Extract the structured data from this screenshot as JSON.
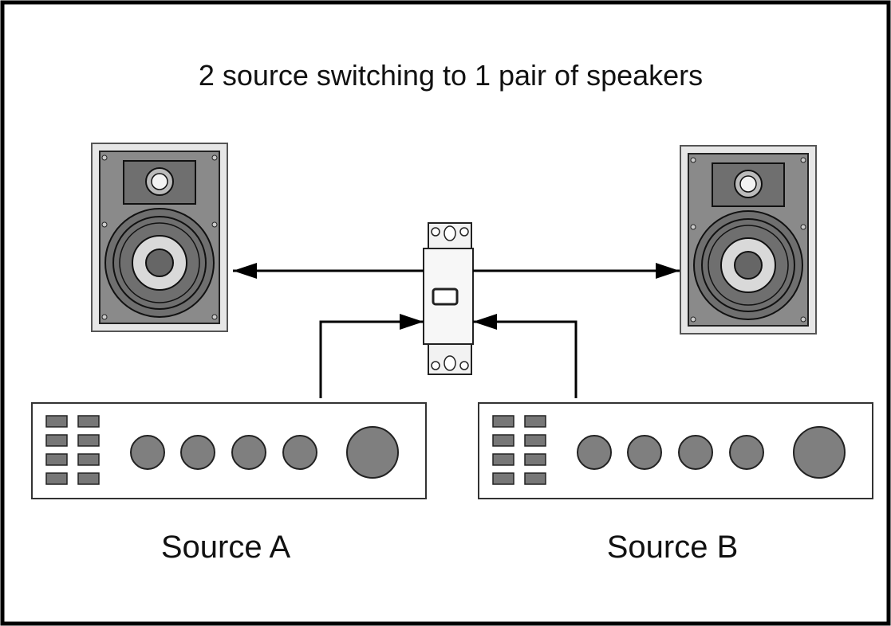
{
  "title": "2 source switching to 1 pair of speakers",
  "components": {
    "left_speaker": {
      "icon": "in-wall-speaker-icon"
    },
    "right_speaker": {
      "icon": "in-wall-speaker-icon"
    },
    "switch": {
      "icon": "wall-plate-switch-icon"
    },
    "source_a": {
      "label": "Source A",
      "icon": "amplifier-icon"
    },
    "source_b": {
      "label": "Source B",
      "icon": "amplifier-icon"
    }
  },
  "colors": {
    "line": "#000000",
    "panel_gray": "#808080",
    "knob_gray": "#7f7f7f",
    "light_gray": "#cfcfcf"
  }
}
